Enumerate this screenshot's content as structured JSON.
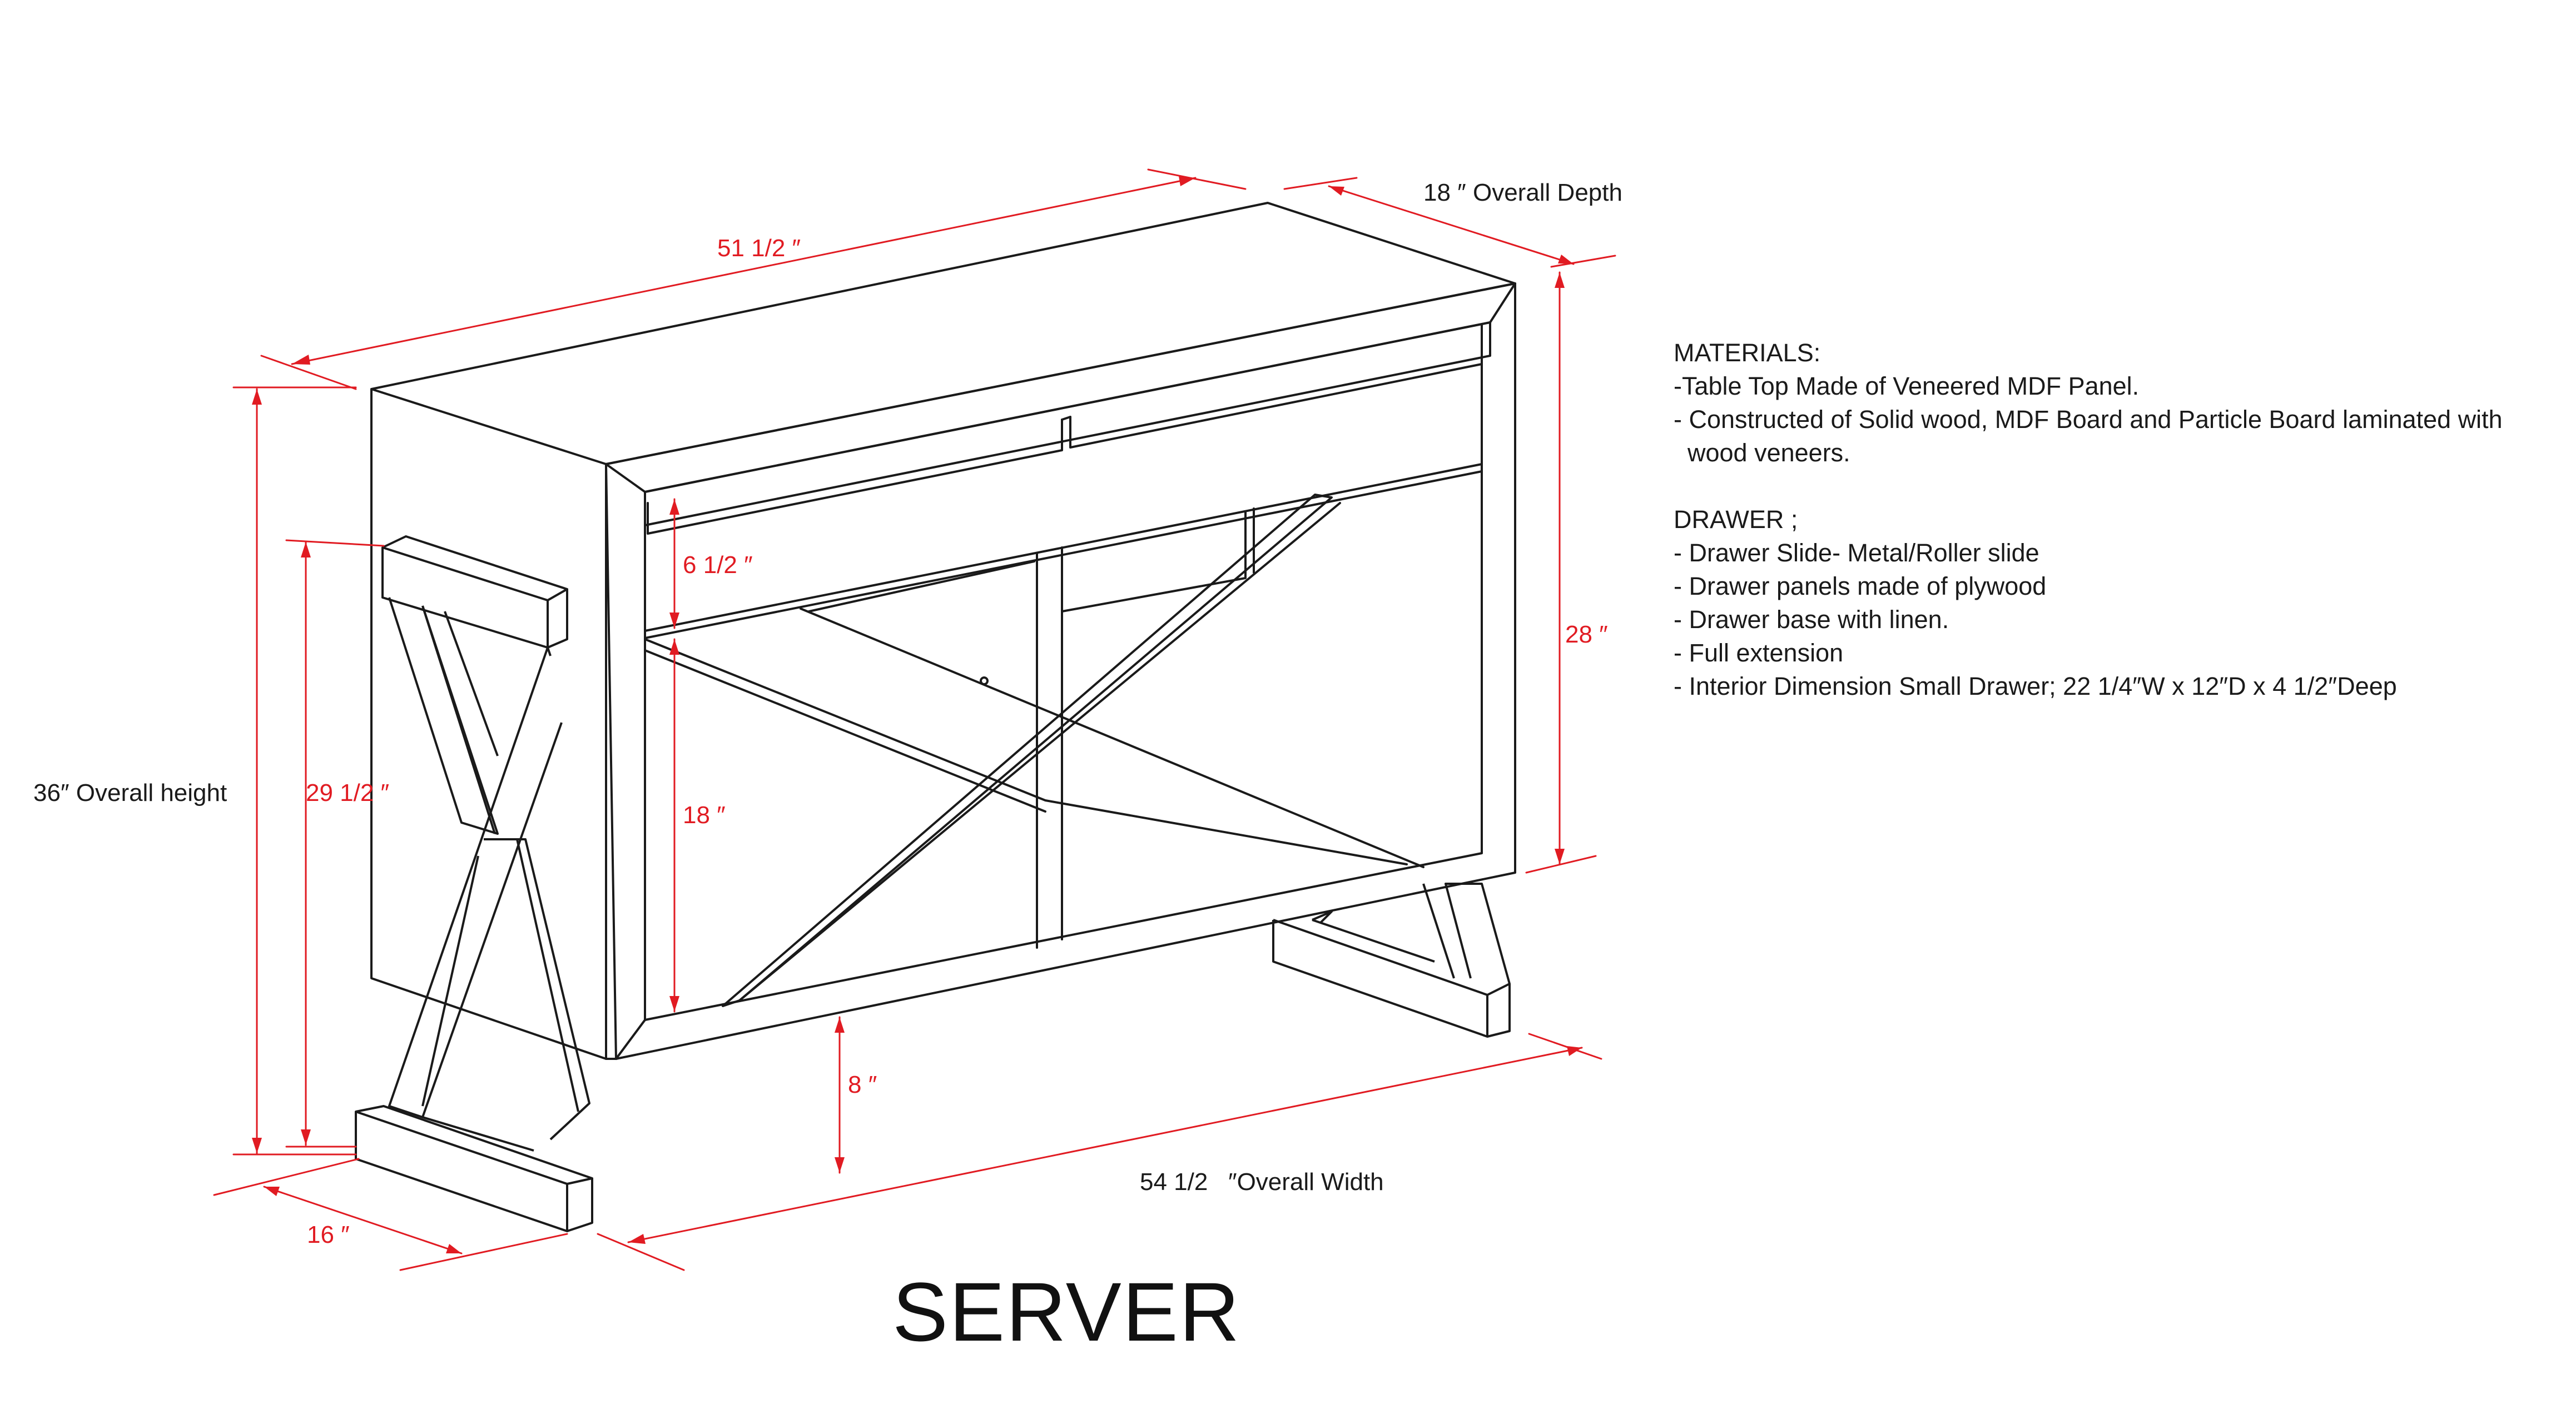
{
  "title": "SERVER",
  "dimensions": {
    "overall_depth": "18 ″ Overall Depth",
    "top_width": "51 1/2 ″",
    "overall_height": "36″ Overall height",
    "leg_height": "29 1/2 ″",
    "drawer_height": "6 1/2 ″",
    "door_height": "18 ″",
    "cabinet_height": "28 ″",
    "clearance": "8 ″",
    "overall_width": "54 1/2   ″Overall Width",
    "leg_depth": "16 ″"
  },
  "materials": {
    "heading": "MATERIALS:",
    "lines": [
      "-Table Top Made of Veneered MDF Panel.",
      "- Constructed of Solid wood, MDF Board and Particle Board laminated with",
      "  wood veneers."
    ]
  },
  "drawer": {
    "heading": "DRAWER ;",
    "lines": [
      "- Drawer Slide- Metal/Roller slide",
      "- Drawer panels made of plywood",
      "- Drawer base with linen.",
      "- Full extension",
      "- Interior Dimension Small Drawer; 22 1/4″W x 12″D x 4 1/2″Deep"
    ]
  },
  "colors": {
    "dimension": "#e11b22",
    "line": "#1a1a1a"
  }
}
